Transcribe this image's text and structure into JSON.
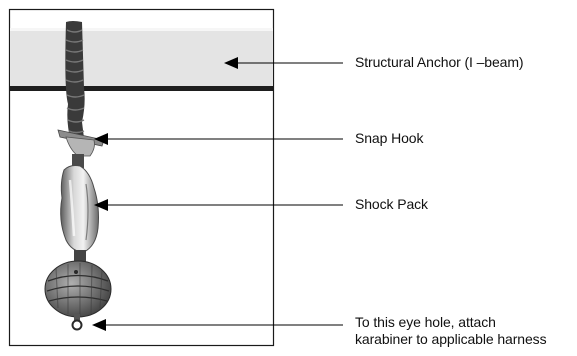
{
  "callouts": {
    "anchor": "Structural Anchor (I –beam)",
    "snap_hook": "Snap Hook",
    "shock_pack": "Shock Pack",
    "eye_hole_line1": "To this eye hole, attach",
    "eye_hole_line2": "karabiner to applicable harness"
  },
  "colors": {
    "frame": "#1a1a1a",
    "beam": "#e4e4e4",
    "strap": "#3a3a3a",
    "metal": "#9a9a9a",
    "text": "#111111"
  }
}
